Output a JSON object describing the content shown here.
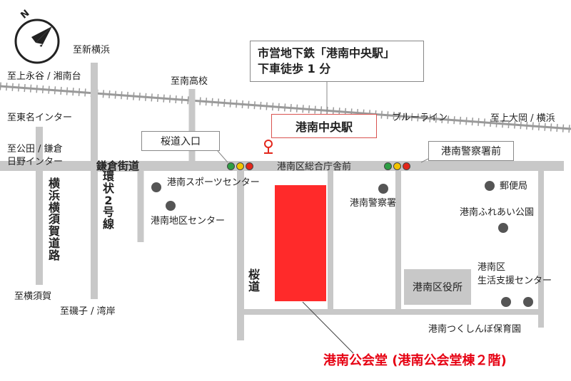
{
  "directions": {
    "to_shin_yokohama": "至新横浜",
    "to_kamieigaya": "至上永谷 / 湘南台",
    "to_konandai_koko": "至南高校",
    "to_higashina": "至東名インター",
    "to_kohda": "至公田 / 鎌倉",
    "to_hino": "日野インター",
    "to_kamiooka": "至上大岡 / 横浜",
    "to_yokosuka": "至横須賀",
    "to_isogo": "至磯子 / 湾岸"
  },
  "roads": {
    "kamakura_kaido": "鎌倉街道",
    "yokohama_yokosuka_road": "横浜横須賀道路",
    "kanjo2": "環状2号線",
    "sakuramichi": "桜道",
    "blue_line": "ブルーライン"
  },
  "station": {
    "callout": [
      "市営地下鉄「港南中央駅」",
      "下車徒歩 1 分"
    ],
    "name": "港南中央駅"
  },
  "intersections": {
    "sakuramichi_entrance": "桜道入口",
    "ward_office_front": "港南区総合庁舎前",
    "police_front": "港南警察署前"
  },
  "landmarks": {
    "sports_center": "港南スポーツセンター",
    "district_center": "港南地区センター",
    "police": "港南警察署",
    "post_office": "郵便局",
    "fureai_park": "港南ふれあい公園",
    "ward_office": "港南区役所",
    "life_support_center": [
      "港南区",
      "生活支援センター"
    ],
    "nursery": "港南つくしんぼ保育園"
  },
  "destination": "港南公会堂 (港南公会堂棟２階)",
  "compass": "N",
  "colors": {
    "road": "#c8c8c8",
    "rail": "#9a9a9a",
    "destination": "#ff2a2a",
    "destination_text": "#e60012",
    "station_border": "#d9534f",
    "ward_office_fill": "#c8c8c8",
    "dot": "#555555",
    "signal": [
      "#2e9e44",
      "#f3c300",
      "#e3261b"
    ]
  }
}
